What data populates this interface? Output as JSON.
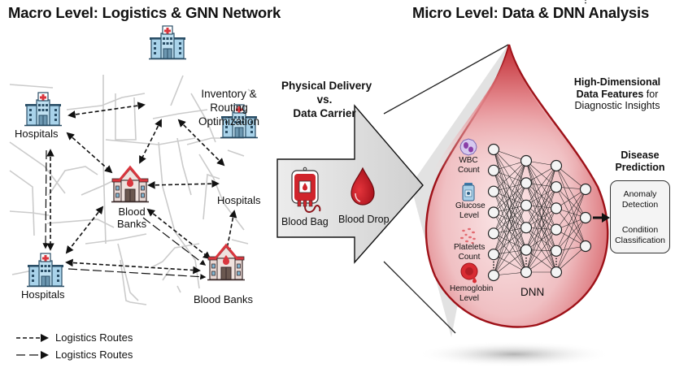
{
  "macro": {
    "title": "Macro Level: Logistics & GNN Network",
    "annotation": [
      "Inventory &",
      "Routing",
      "Optimization"
    ],
    "nodes": [
      {
        "type": "hospital",
        "label": "Hospitals"
      },
      {
        "type": "hospital",
        "label": ""
      },
      {
        "type": "hospital",
        "label": "Hospitals"
      },
      {
        "type": "hospital",
        "label": "Hospitals"
      },
      {
        "type": "blood-bank",
        "label_lines": [
          "Blood",
          "Banks"
        ]
      },
      {
        "type": "blood-bank",
        "label": "Blood Banks"
      }
    ],
    "legend": [
      {
        "style": "short-dash",
        "label": "Logistics Routes"
      },
      {
        "style": "long-dash",
        "label": "Logistics Routes"
      }
    ]
  },
  "transition": {
    "title": [
      "Physical Delivery",
      "vs.",
      "Data Carrier"
    ],
    "items": [
      {
        "icon": "blood-bag-icon",
        "label": "Blood Bag"
      },
      {
        "icon": "blood-drop-icon",
        "label": "Blood Drop"
      }
    ]
  },
  "micro": {
    "title": "Micro Level: Data & DNN Analysis",
    "features_title": {
      "bold_1": "High-Dimensional",
      "bold_2": "Data Features",
      "normal_2": " for",
      "normal_3": "Diagnostic Insights"
    },
    "inputs": [
      {
        "icon": "wbc-icon",
        "lines": [
          "WBC",
          "Count"
        ]
      },
      {
        "icon": "glucose-icon",
        "lines": [
          "Glucose",
          "Level"
        ]
      },
      {
        "icon": "platelets-icon",
        "lines": [
          "Platelets",
          "Count"
        ]
      },
      {
        "icon": "hemoglobin-icon",
        "lines": [
          "Hemoglobin",
          "Level"
        ]
      }
    ],
    "network_label": "DNN",
    "layers": [
      7,
      6,
      6,
      3
    ],
    "prediction": {
      "title": [
        "Disease",
        "Prediction"
      ],
      "outputs": [
        {
          "lines": [
            "Anomaly",
            "Detection"
          ]
        },
        {
          "lines": [
            "Condition",
            "Classification"
          ]
        }
      ]
    }
  },
  "colors": {
    "blood_red": "#b3151b",
    "drop_fill": "#f2c4c6",
    "hospital_blue": "#a9d3ea",
    "bank_red": "#d9363e",
    "road_gray": "#c9c9c9",
    "arrow_gray": "#d4d4d4"
  }
}
